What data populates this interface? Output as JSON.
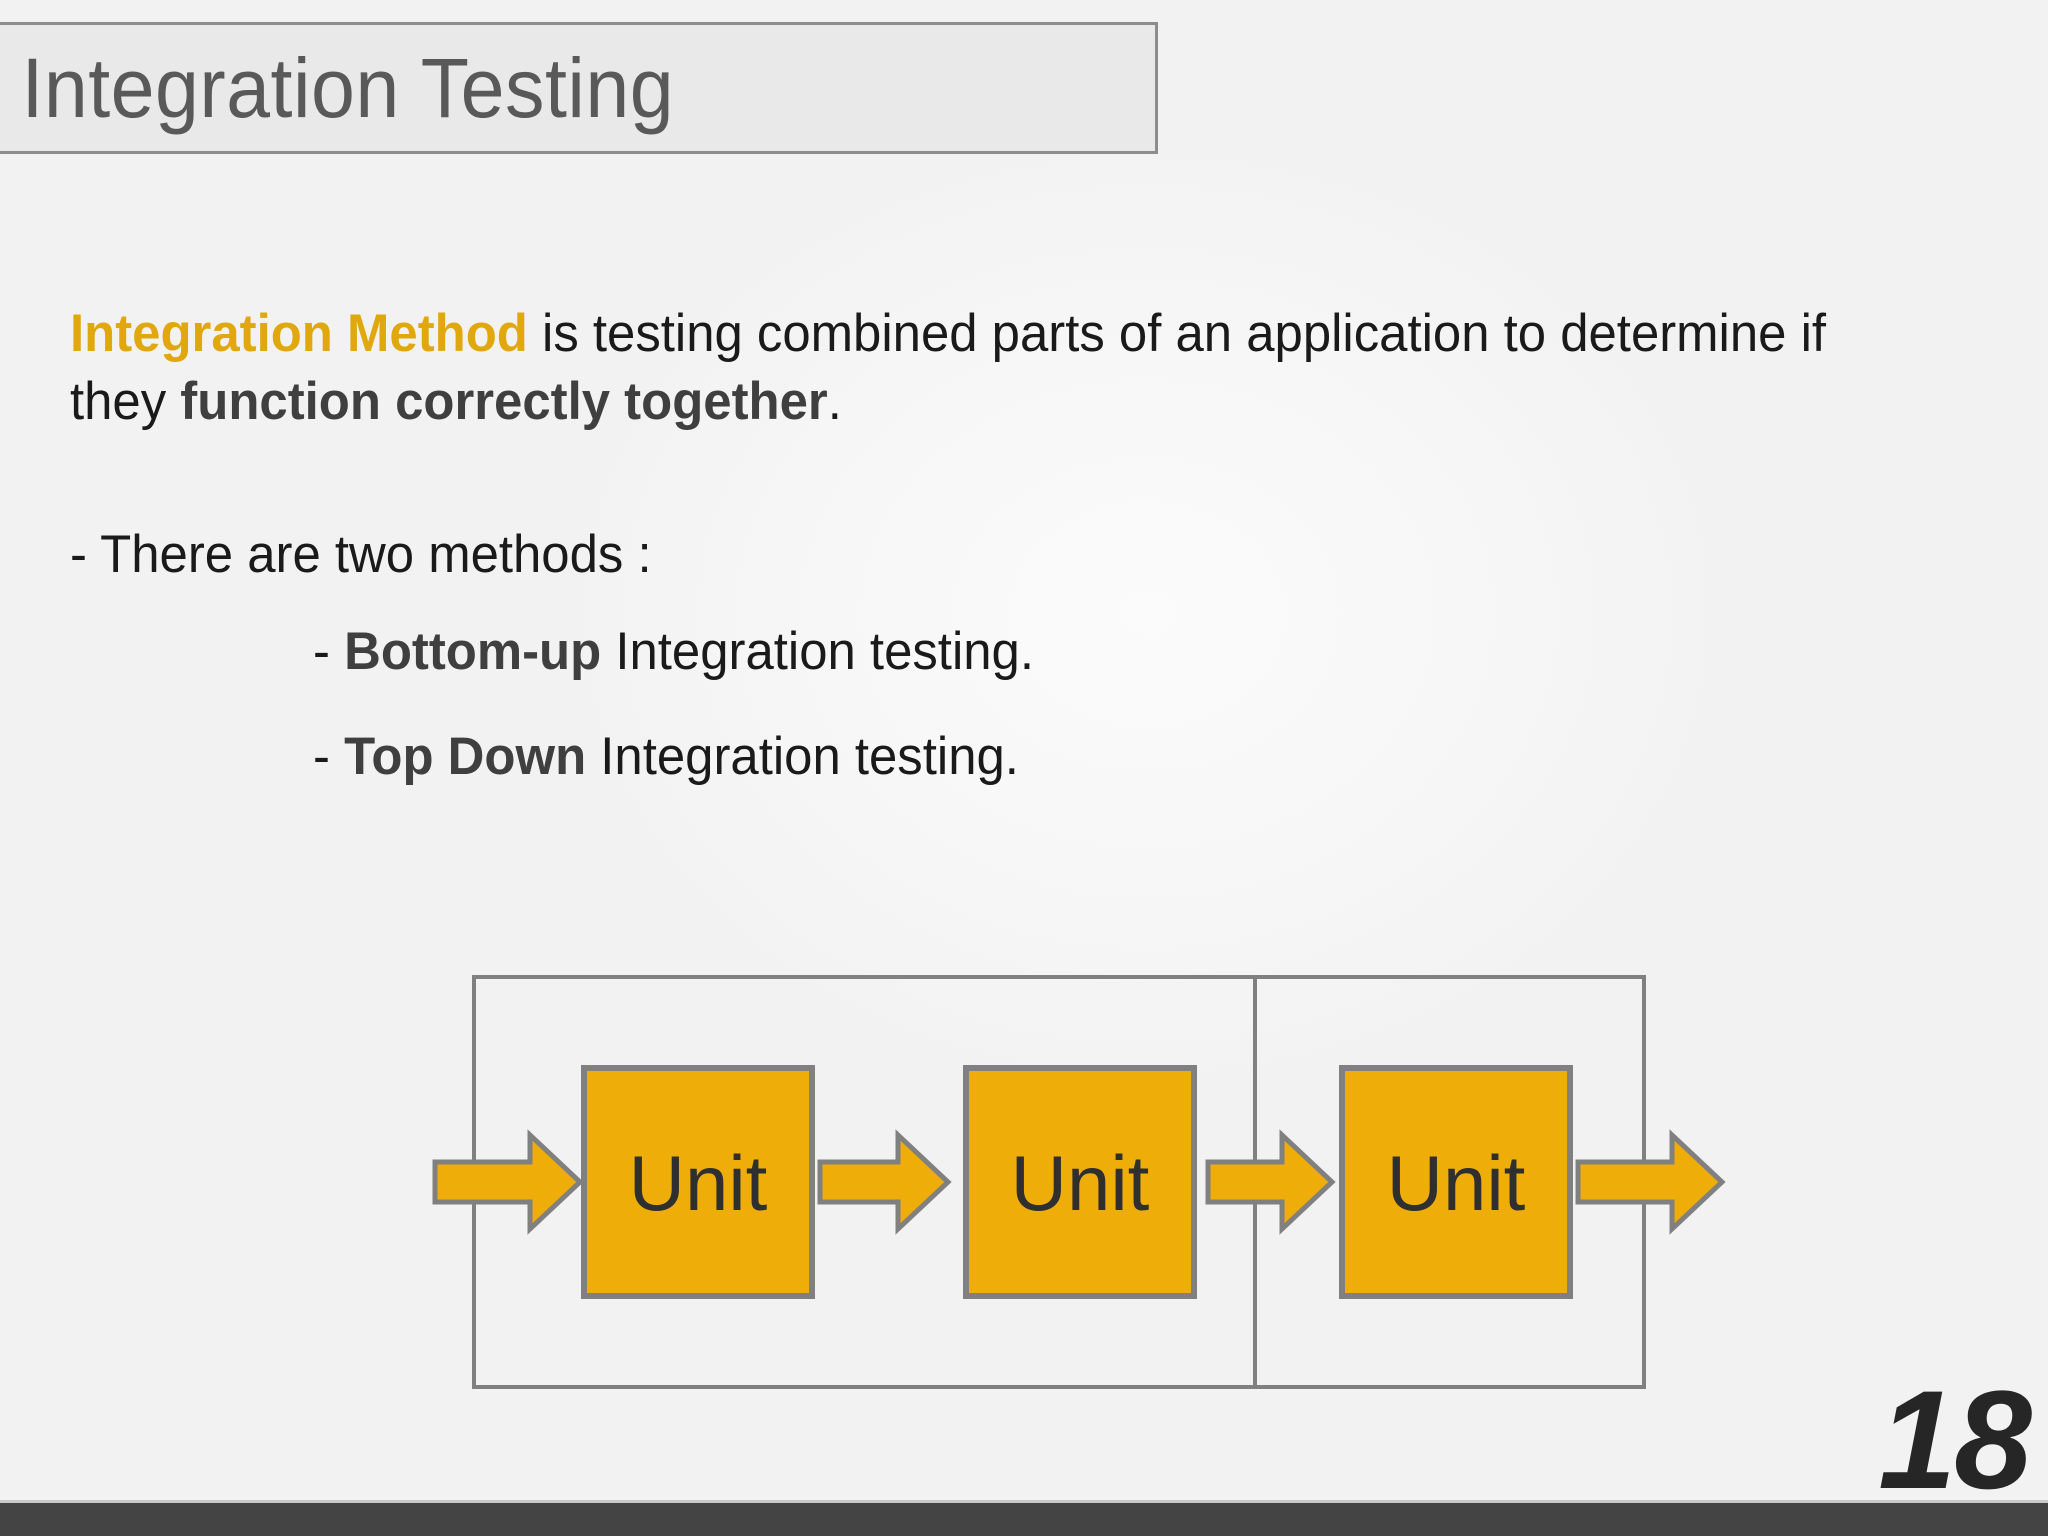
{
  "slide": {
    "title": "Integration Testing",
    "page_number": "18",
    "background_color": "#f2f2f2",
    "accent_color": "#e0a80d",
    "footer_color": "#444444"
  },
  "body": {
    "paragraph": {
      "accent_text": "Integration Method",
      "text_after_accent": " is testing combined parts of an application to determine if they ",
      "bold_text": "function correctly together",
      "text_end": "."
    },
    "lead_bullet": "- There are two methods :",
    "sub_bullets": [
      {
        "dash": "- ",
        "bold": "Bottom-up",
        "rest": " Integration testing."
      },
      {
        "dash": "- ",
        "bold": "Top Down",
        "rest": " Integration testing."
      }
    ]
  },
  "diagram": {
    "outer_box_label": "integration-container",
    "divider_label": "integration-divider",
    "unit_boxes": [
      {
        "label": "Unit"
      },
      {
        "label": "Unit"
      },
      {
        "label": "Unit"
      }
    ],
    "arrows": [
      {
        "name": "input-arrow"
      },
      {
        "name": "arrow-unit1-unit2"
      },
      {
        "name": "arrow-unit2-unit3"
      },
      {
        "name": "output-arrow"
      }
    ],
    "unit_fill": "#eead09",
    "unit_stroke": "#808080",
    "arrow_fill": "#eead09",
    "arrow_stroke": "#808080",
    "outer_stroke": "#808080"
  }
}
